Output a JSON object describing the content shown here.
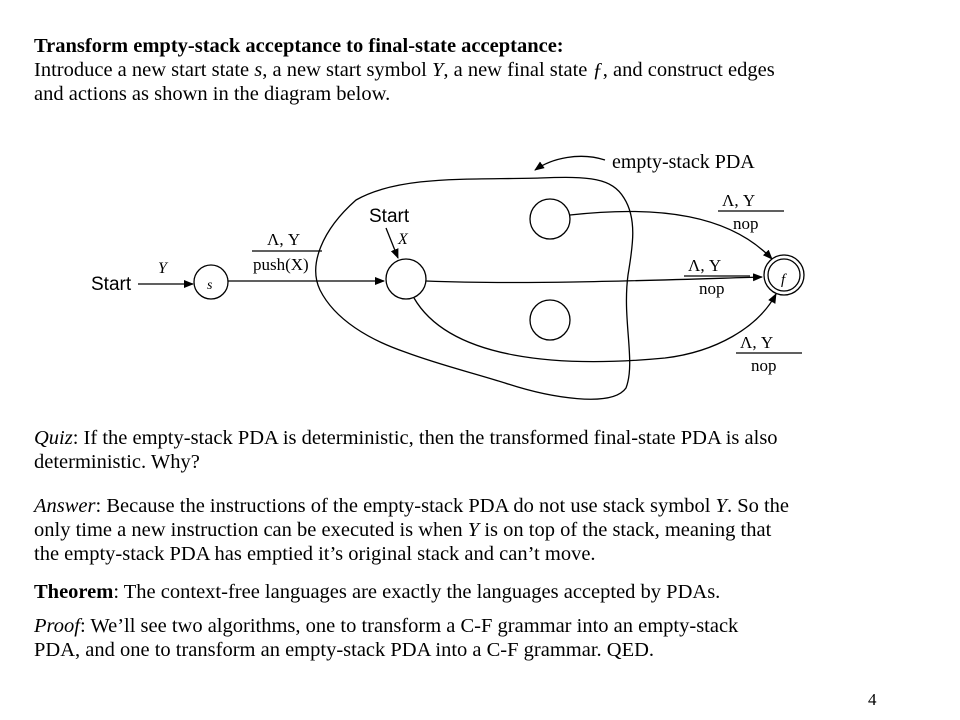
{
  "intro": {
    "title": "Transform empty-stack acceptance to final-state acceptance:",
    "line1_pre": "Introduce a new start state ",
    "var_s": "s",
    "line1_mid1": ", a new start symbol ",
    "var_Y": "Y",
    "line1_mid2": ", a new final state ",
    "var_f": "ƒ",
    "line1_post": ", and construct edges",
    "line2": "and actions as shown in the diagram below."
  },
  "diagram": {
    "region_label": "empty-stack PDA",
    "start_label_left": "Start",
    "start_symbol": "Y",
    "state_s": "s",
    "state_f": "f",
    "edge_s_in": {
      "top": "Λ, Y",
      "bottom": "push(X)"
    },
    "start_label_inner": "Start",
    "inner_start_symbol": "X",
    "edge_top_f": {
      "top": "Λ, Y",
      "bottom": "nop"
    },
    "edge_mid_f": {
      "top": "Λ, Y",
      "bottom": "nop"
    },
    "edge_bot_f": {
      "top": "Λ, Y",
      "bottom": "nop"
    }
  },
  "quiz": {
    "label": "Quiz",
    "text1": ": If the empty-stack PDA is deterministic, then the transformed final-state PDA is also",
    "text2": "deterministic. Why?"
  },
  "answer": {
    "label": "Answer",
    "text1_pre": ": Because the instructions of the empty-stack PDA do not use stack symbol ",
    "var_Y": "Y",
    "text1_post": ". So the",
    "text2_pre": "only time a new instruction can be executed is when ",
    "var_Y2": "Y",
    "text2_post": " is on top of the stack, meaning that",
    "text3": "the empty-stack PDA has emptied it’s original stack and can’t move."
  },
  "theorem": {
    "label": "Theorem",
    "text": ": The context-free languages are exactly the languages accepted by PDAs."
  },
  "proof": {
    "label": "Proof",
    "text1": ": We’ll see two algorithms, one to transform a C-F grammar into an empty-stack",
    "text2": "PDA, and one to transform an empty-stack PDA into a C-F grammar. QED."
  },
  "page_number": "4"
}
